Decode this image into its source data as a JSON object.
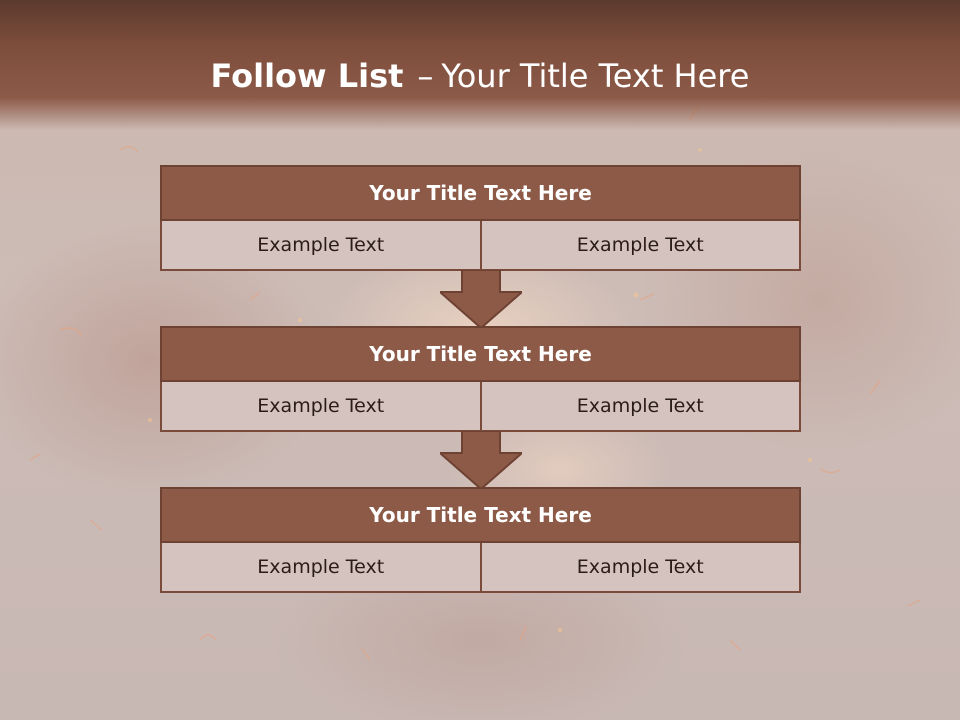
{
  "slide": {
    "title_bold": "Follow List",
    "title_dash": "–",
    "title_rest": "Your Title Text Here"
  },
  "blocks": [
    {
      "title": "Your Title Text Here",
      "left": "Example Text",
      "right": "Example Text"
    },
    {
      "title": "Your Title Text Here",
      "left": "Example Text",
      "right": "Example Text"
    },
    {
      "title": "Your Title Text Here",
      "left": "Example Text",
      "right": "Example Text"
    }
  ],
  "colors": {
    "header": "#8d5a48",
    "title_bar": "#8d5a48",
    "cell_fill": "#d4c3bf",
    "border": "#7a4b3b",
    "arrow": "#8d5a48"
  },
  "icons": {
    "arrow": "down-arrow-icon"
  }
}
